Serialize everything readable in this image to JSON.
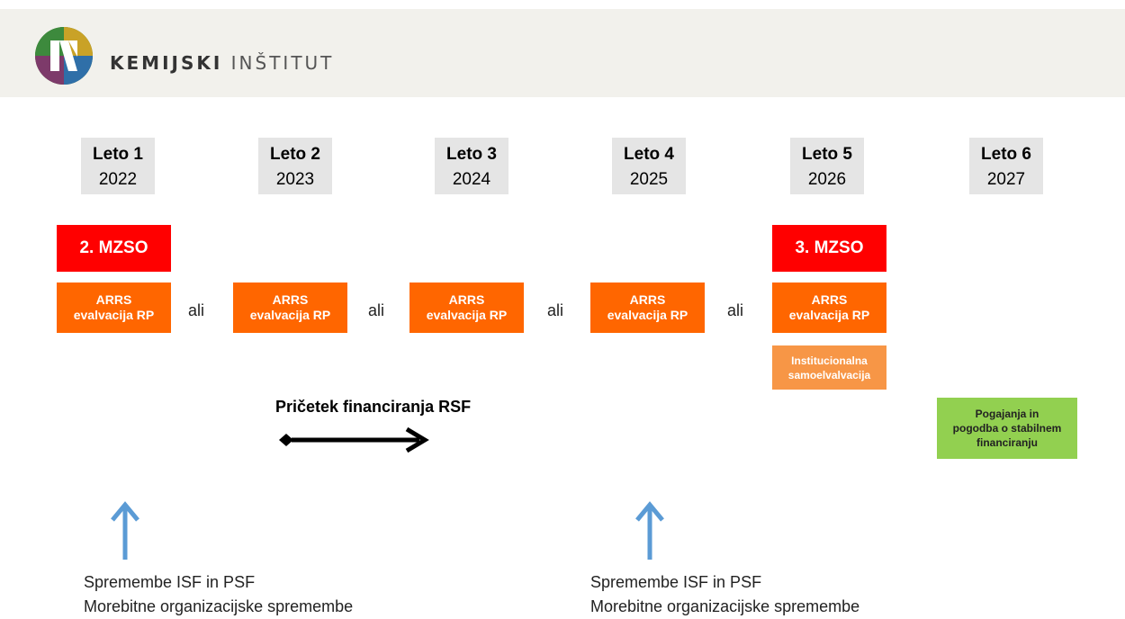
{
  "header": {
    "brand_bold": "KEMIJSKI",
    "brand_light": "INŠTITUT",
    "logo_icon": "ki-logo-icon"
  },
  "years": [
    {
      "label": "Leto 1",
      "year": "2022"
    },
    {
      "label": "Leto 2",
      "year": "2023"
    },
    {
      "label": "Leto 3",
      "year": "2024"
    },
    {
      "label": "Leto 4",
      "year": "2025"
    },
    {
      "label": "Leto 5",
      "year": "2026"
    },
    {
      "label": "Leto 6",
      "year": "2027"
    }
  ],
  "mzso": [
    "2. MZSO",
    "3. MZSO"
  ],
  "arrs": {
    "line1": "ARRS",
    "line2": "evalvacija RP"
  },
  "ali": "ali",
  "institutional": {
    "line1": "Institucionalna",
    "line2": "samoelvalvacija"
  },
  "rsf": {
    "title": "Pričetek financiranja RSF"
  },
  "negotiation": {
    "line1": "Pogajanja in",
    "line2": "pogodba o stabilnem",
    "line3": "financiranju"
  },
  "notes": [
    {
      "line1": "Spremembe ISF in PSF",
      "line2": "Morebitne organizacijske spremembe"
    },
    {
      "line1": "Spremembe ISF in PSF",
      "line2": "Morebitne organizacijske spremembe"
    }
  ],
  "colors": {
    "header_bg": "#f2f1ec",
    "mzso": "#ff0000",
    "arrs": "#ff6600",
    "institutional": "#f79646",
    "negotiation": "#92d050",
    "up_arrow": "#5b9bd5"
  }
}
